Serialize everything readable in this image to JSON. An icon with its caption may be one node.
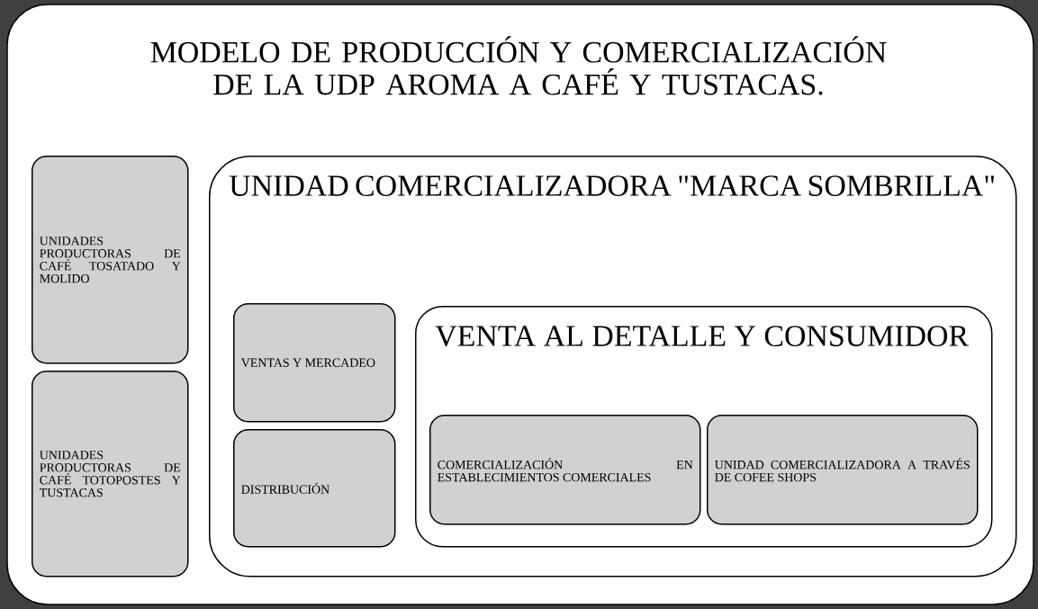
{
  "diagram": {
    "title": "MODELO DE PRODUCCIÓN Y COMERCIALIZACIÓN DE LA UDP AROMA A CAFÉ Y TUSTACAS.",
    "nodes": [
      {
        "text": [
          "UNIDADES PRODUCTORAS DE CAFÉ TOSATADO Y MOLIDO"
        ]
      },
      {
        "text": [
          "UNIDADES PRODUCTORAS DE CAFÉ TOTOPOSTES Y TUSTACAS"
        ]
      },
      {
        "text": [
          "UNIDAD COMERCIALIZADORA \"MARCA SOMBRILLA\""
        ]
      },
      {
        "text": [
          "VENTAS Y MERCADEO"
        ],
        "in": 2
      },
      {
        "text": [
          "DISTRIBUCIÓN"
        ],
        "in": 2
      },
      {
        "text": [
          "VENTA AL DETALLE Y CONSUMIDOR"
        ],
        "in": 2
      },
      {
        "text": [
          "COMERCIALIZACIÓN EN ESTABLECIMIENTOS COMERCIALES"
        ],
        "in": 5
      },
      {
        "text": [
          "UNIDAD COMERCIALIZADORA A TRAVÉS DE COFEE SHOPS"
        ],
        "in": 5
      }
    ]
  }
}
